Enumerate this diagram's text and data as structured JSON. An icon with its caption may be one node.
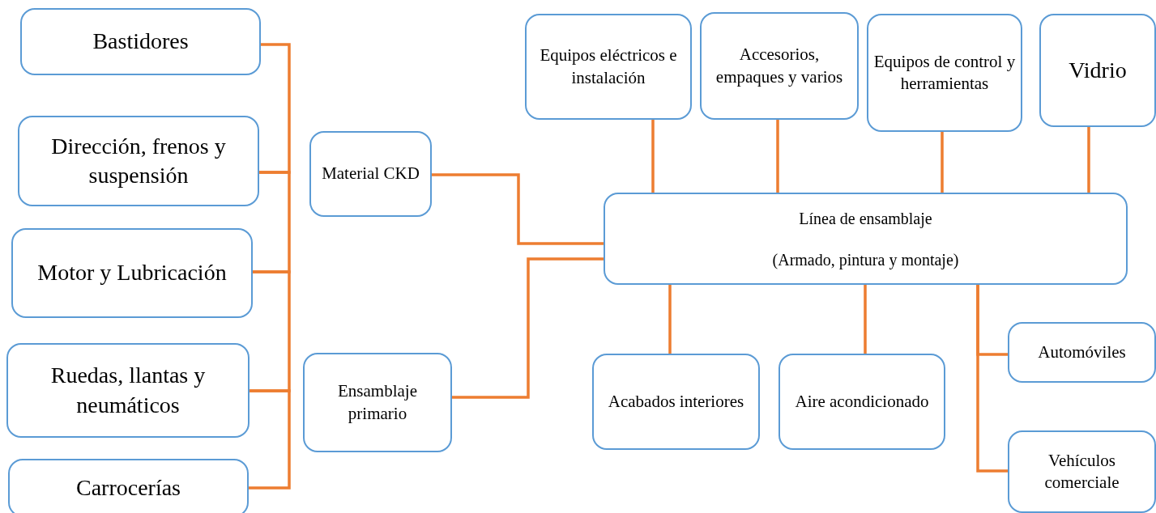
{
  "diagram": {
    "nodes": [
      {
        "text": [
          "Bastidores"
        ]
      },
      {
        "text": [
          "Dirección, frenos y suspensión"
        ]
      },
      {
        "text": [
          "Motor y Lubricación"
        ]
      },
      {
        "text": [
          "Ruedas, llantas y neumáticos"
        ]
      },
      {
        "text": [
          "Carrocerías"
        ]
      },
      {
        "text": [
          "Material CKD"
        ]
      },
      {
        "text": [
          "Ensamblaje primario"
        ]
      },
      {
        "text": [
          "Equipos eléctricos e instalación"
        ]
      },
      {
        "text": [
          "Accesorios, empaques y varios"
        ]
      },
      {
        "text": [
          "Equipos de control y herramientas"
        ]
      },
      {
        "text": [
          "Vidrio"
        ]
      },
      {
        "text": [
          "Línea de ensamblaje",
          "(Armado, pintura y montaje)"
        ]
      },
      {
        "text": [
          "Acabados interiores"
        ]
      },
      {
        "text": [
          "Aire acondicionado"
        ]
      },
      {
        "text": [
          "Automóviles"
        ]
      },
      {
        "text": [
          "Vehículos comerciale"
        ]
      }
    ],
    "edges": [
      {
        "from": 0,
        "to": 1,
        "arrow": "none"
      },
      {
        "from": 1,
        "to": 2,
        "arrow": "none"
      },
      {
        "from": 2,
        "to": 3,
        "arrow": "none"
      },
      {
        "from": 3,
        "to": 4,
        "arrow": "none"
      },
      {
        "from": 5,
        "to": 11,
        "arrow": "none"
      },
      {
        "from": 6,
        "to": 11,
        "arrow": "none"
      },
      {
        "from": 7,
        "to": 11,
        "arrow": "none"
      },
      {
        "from": 8,
        "to": 11,
        "arrow": "none"
      },
      {
        "from": 9,
        "to": 11,
        "arrow": "none"
      },
      {
        "from": 10,
        "to": 11,
        "arrow": "none"
      },
      {
        "from": 11,
        "to": 12,
        "arrow": "none"
      },
      {
        "from": 11,
        "to": 13,
        "arrow": "none"
      },
      {
        "from": 11,
        "to": 14,
        "arrow": "none"
      },
      {
        "from": 11,
        "to": 15,
        "arrow": "none"
      }
    ]
  }
}
